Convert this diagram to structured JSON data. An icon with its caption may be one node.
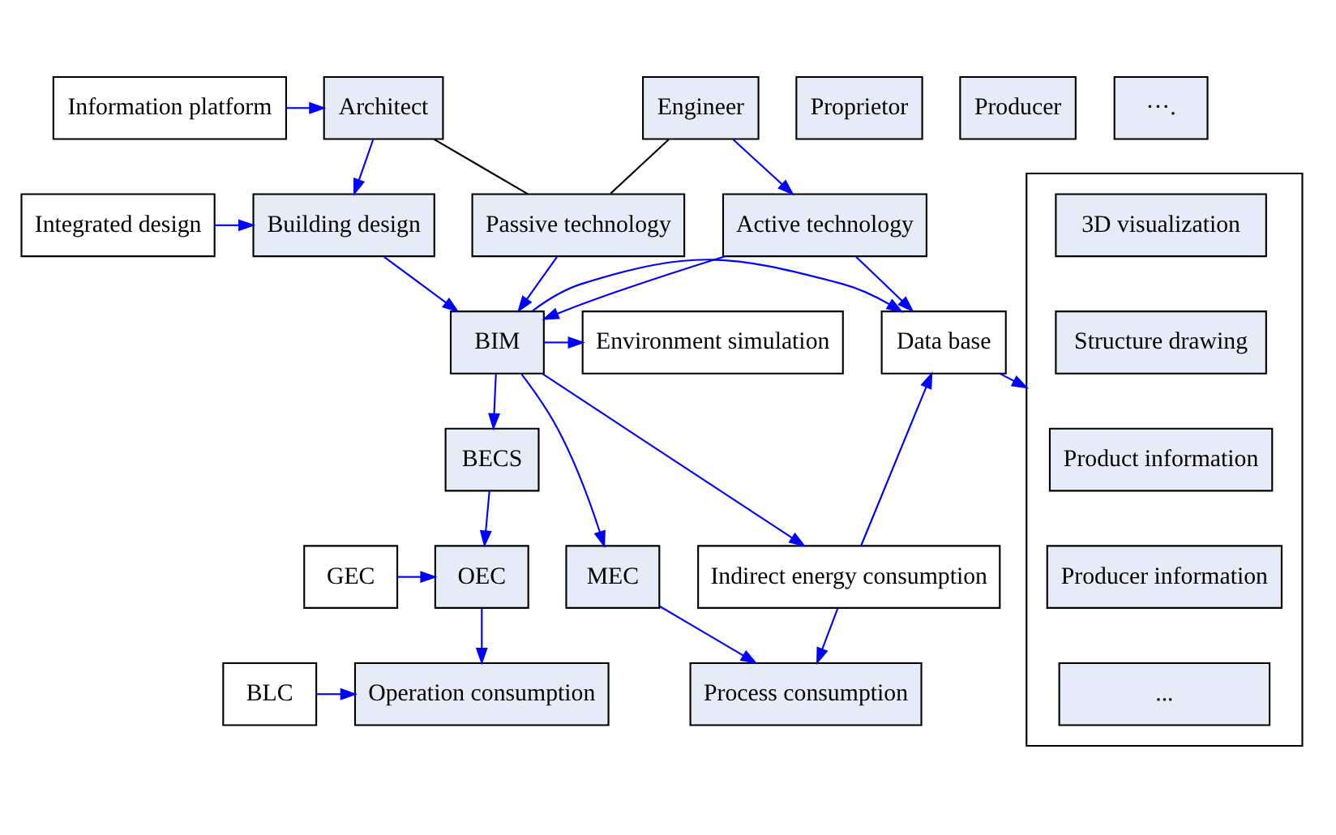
{
  "diagram": {
    "nodes": [
      {
        "text": [
          "Information platform"
        ]
      },
      {
        "text": [
          "Architect"
        ]
      },
      {
        "text": [
          "Engineer"
        ]
      },
      {
        "text": [
          "Proprietor"
        ]
      },
      {
        "text": [
          "Producer"
        ]
      },
      {
        "text": [
          "···."
        ]
      },
      {
        "text": [
          "Integrated design"
        ]
      },
      {
        "text": [
          "Building design"
        ]
      },
      {
        "text": [
          "Passive technology"
        ]
      },
      {
        "text": [
          "Active technology"
        ]
      },
      {
        "text": [
          "Environment simulation"
        ]
      },
      {
        "text": [
          "BIM"
        ]
      },
      {
        "text": [
          "Data base"
        ]
      },
      {
        "text": [],
        "shape": "box"
      },
      {
        "text": [
          "3D visualization"
        ],
        "in": 13
      },
      {
        "text": [
          "Structure drawing"
        ],
        "in": 13
      },
      {
        "text": [
          "Product information"
        ],
        "in": 13
      },
      {
        "text": [
          "Producer information"
        ],
        "in": 13
      },
      {
        "text": [
          "..."
        ],
        "in": 13
      },
      {
        "text": [
          "BECS"
        ]
      },
      {
        "text": [
          "GEC"
        ]
      },
      {
        "text": [
          "OEC"
        ]
      },
      {
        "text": [
          "MEC"
        ]
      },
      {
        "text": [
          "Indirect energy consumption"
        ]
      },
      {
        "text": [
          "BLC"
        ]
      },
      {
        "text": [
          "Operation consumption"
        ]
      },
      {
        "text": [
          "Process consumption"
        ]
      }
    ],
    "edges": [
      {
        "from": 0,
        "to": 1,
        "arrow": "to"
      },
      {
        "from": 1,
        "to": 7,
        "arrow": "to"
      },
      {
        "from": 1,
        "to": 8,
        "arrow": "none",
        "color": "#000000"
      },
      {
        "from": 2,
        "to": 8,
        "arrow": "none",
        "color": "#000000"
      },
      {
        "from": 2,
        "to": 9,
        "arrow": "to"
      },
      {
        "from": 6,
        "to": 7,
        "arrow": "to"
      },
      {
        "from": 7,
        "to": 11,
        "arrow": "to"
      },
      {
        "from": 8,
        "to": 11,
        "arrow": "to"
      },
      {
        "from": 9,
        "to": 11,
        "arrow": "to"
      },
      {
        "from": 9,
        "to": 12,
        "arrow": "to"
      },
      {
        "from": 11,
        "to": 10,
        "arrow": "to"
      },
      {
        "from": 11,
        "to": 19,
        "arrow": "to"
      },
      {
        "from": 11,
        "to": 12,
        "arrow": "to"
      },
      {
        "from": 12,
        "to": 13,
        "arrow": "to"
      },
      {
        "from": 11,
        "to": 22,
        "arrow": "to"
      },
      {
        "from": 11,
        "to": 23,
        "arrow": "to"
      },
      {
        "from": 23,
        "to": 12,
        "arrow": "to"
      },
      {
        "from": 19,
        "to": 21,
        "arrow": "to"
      },
      {
        "from": 20,
        "to": 21,
        "arrow": "to"
      },
      {
        "from": 21,
        "to": 25,
        "arrow": "to"
      },
      {
        "from": 24,
        "to": 25,
        "arrow": "to"
      },
      {
        "from": 22,
        "to": 26,
        "arrow": "to"
      },
      {
        "from": 23,
        "to": 26,
        "arrow": "to"
      }
    ]
  }
}
